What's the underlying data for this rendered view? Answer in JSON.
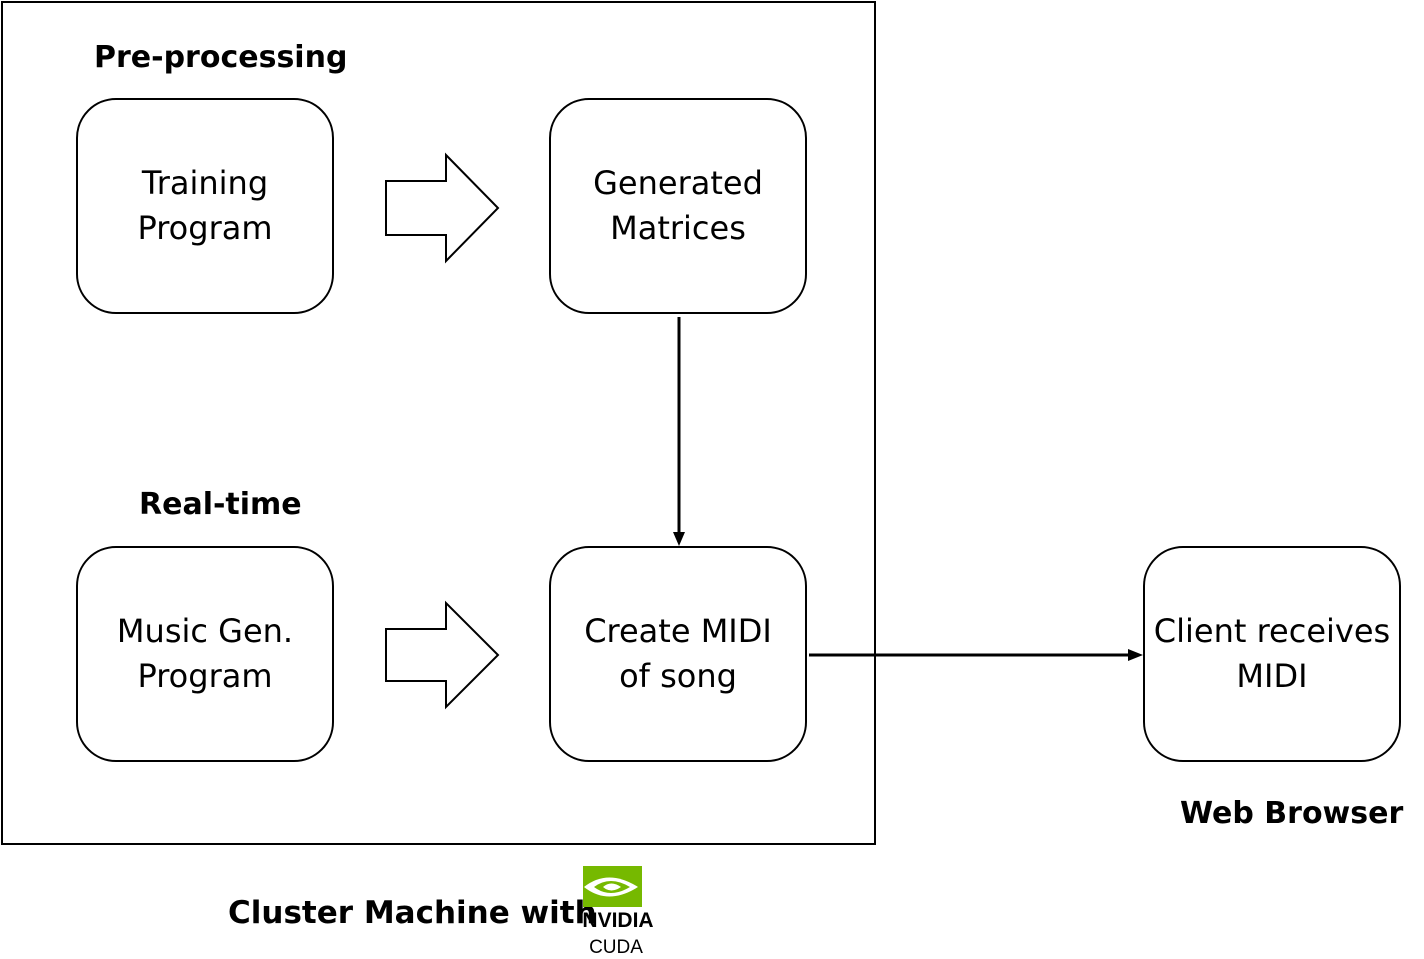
{
  "sections": {
    "preprocessing": "Pre-processing",
    "realtime": "Real-time",
    "web_browser": "Web Browser"
  },
  "nodes": {
    "training_program": "Training\nProgram",
    "generated_matrices": "Generated\nMatrices",
    "music_gen_program": "Music Gen.\nProgram",
    "create_midi": "Create MIDI\nof  song",
    "client_receives": "Client receives\nMIDI"
  },
  "footer": {
    "cluster_label": "Cluster Machine with",
    "logo_brand": "NVIDIA",
    "logo_sub": "CUDA",
    "logo_icon": "nvidia-eye-icon",
    "logo_color": "#76b900"
  },
  "colors": {
    "stroke": "#000000",
    "background": "#ffffff"
  }
}
